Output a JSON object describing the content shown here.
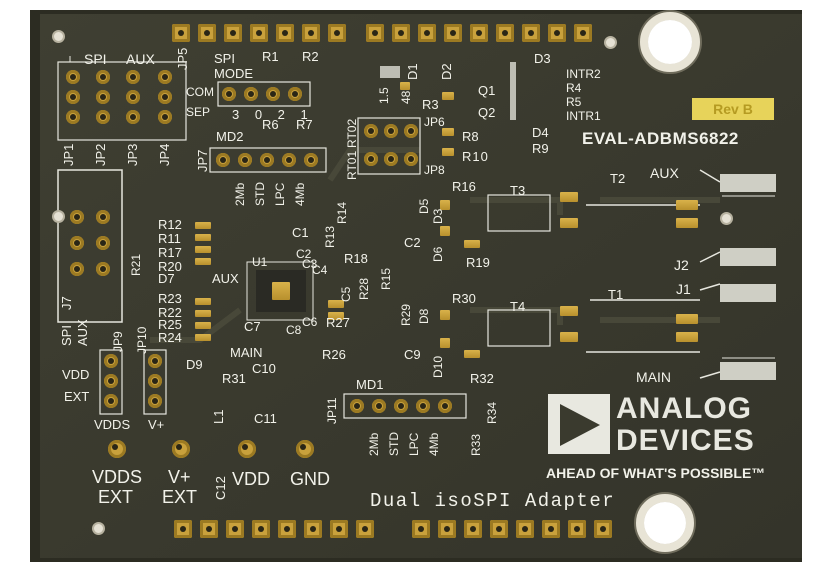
{
  "board": {
    "colors": {
      "pcb": "#3a3a2e",
      "silkscreen": "#f2f2ea",
      "pad": "#c9a13c",
      "rev_badge": "#e7d35a"
    },
    "rev": "Rev B",
    "part_name": "EVAL-ADBMS6822",
    "title": "Dual isoSPI Adapter",
    "logo_line1": "ANALOG",
    "logo_line2": "DEVICES",
    "tagline": "AHEAD OF WHAT'S POSSIBLE™"
  },
  "labels": {
    "spi": "SPI",
    "aux": "AUX",
    "jp5": "JP5",
    "com": "COM",
    "sep": "SEP",
    "spi_mode1": "SPI",
    "spi_mode2": "MODE",
    "r1": "R1",
    "r2": "R2",
    "mode0": "3 0 2 1",
    "d1": "D1",
    "d2": "D2",
    "d3": "D3",
    "intr2": "INTR2",
    "r4": "R4",
    "r5": "R5",
    "intr1": "INTR1",
    "q1": "Q1",
    "q2": "Q2",
    "d4": "D4",
    "r9": "R9",
    "r3": "R3",
    "jp6": "JP6",
    "r8": "R8",
    "r10": "R10",
    "jp8": "JP8",
    "v15": "1.5",
    "v48": "48",
    "rt02": "RT02",
    "rt01": "RT01",
    "jp1": "JP1",
    "jp2": "JP2",
    "jp3": "JP3",
    "jp4": "JP4",
    "md2": "MD2",
    "r6": "R6",
    "r7": "R7",
    "jp7": "JP7",
    "md2_opts": [
      "2Mb",
      "STD",
      "LPC",
      "4Mb"
    ],
    "r12": "R12",
    "r11": "R11",
    "r17": "R17",
    "r20": "R20",
    "r21": "R21",
    "d7": "D7",
    "aux2": "AUX",
    "r23": "R23",
    "r22": "R22",
    "r24": "R24",
    "r25": "R25",
    "r14": "R14",
    "r13": "R13",
    "c1": "C1",
    "u1": "U1",
    "c2": "C2",
    "c4": "C4",
    "c3": "C3",
    "c5": "C5",
    "c6": "C6",
    "c7": "C7",
    "c8": "C8",
    "r18": "R18",
    "d5": "D5",
    "d6": "D6",
    "d3b": "D3",
    "r16": "R16",
    "r19": "R19",
    "r15": "R15",
    "r28": "R28",
    "main": "MAIN",
    "r27": "R27",
    "r26": "R26",
    "r29": "R29",
    "d8": "D8",
    "d9": "D9",
    "d10": "D10",
    "r30": "R30",
    "r32": "R32",
    "c9": "C9",
    "t3": "T3",
    "t2": "T2",
    "t4": "T4",
    "t1": "T1",
    "aux3": "AUX",
    "j2": "J2",
    "j1": "J1",
    "main2": "MAIN",
    "spi_aux_j7": "J7",
    "spi_b": "SPI",
    "aux_b": "AUX",
    "jp9": "JP9",
    "jp10": "JP10",
    "vdd": "VDD",
    "ext": "EXT",
    "vdds": "VDDS",
    "vplus": "V+",
    "r31": "R31",
    "c10": "C10",
    "c11": "C11",
    "l1": "L1",
    "c12": "C12",
    "vdds_ext1": "VDDS",
    "vdds_ext2": "EXT",
    "vplus_ext1": "V+",
    "vplus_ext2": "EXT",
    "vdd_tp": "VDD",
    "gnd_tp": "GND",
    "md1": "MD1",
    "jp11": "JP11",
    "md1_opts": [
      "2Mb",
      "STD",
      "LPC",
      "4Mb"
    ],
    "r33": "R33",
    "r34": "R34"
  }
}
